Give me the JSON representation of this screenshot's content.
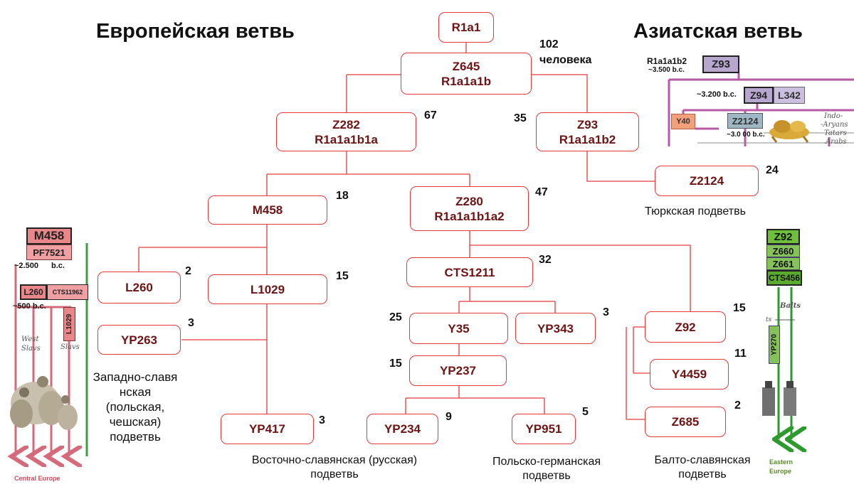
{
  "headings": {
    "european": "Европейская ветвь",
    "asian": "Азиатская ветвь"
  },
  "nodes": {
    "r1a1": {
      "l1": "R1a1"
    },
    "z645": {
      "l1": "Z645",
      "l2": "R1a1a1b",
      "count": "102",
      "count2": "человека"
    },
    "z282": {
      "l1": "Z282",
      "l2": "R1a1a1b1a",
      "count": "67"
    },
    "z93": {
      "l1": "Z93",
      "l2": "R1a1a1b2",
      "count": "35"
    },
    "z2124": {
      "l1": "Z2124",
      "count": "24"
    },
    "m458": {
      "l1": "M458",
      "count": "18"
    },
    "z280": {
      "l1": "Z280",
      "l2": "R1a1a1b1a2",
      "count": "47"
    },
    "l260": {
      "l1": "L260",
      "count": "2"
    },
    "l1029": {
      "l1": "L1029",
      "count": "15"
    },
    "cts1211": {
      "l1": "CTS1211",
      "count": "32"
    },
    "yp263": {
      "l1": "YP263",
      "count": "3"
    },
    "y35": {
      "l1": "Y35",
      "count": "25"
    },
    "yp343": {
      "l1": "YP343",
      "count": "3"
    },
    "z92": {
      "l1": "Z92",
      "count": "15"
    },
    "yp237": {
      "l1": "YP237",
      "count": "15"
    },
    "y4459": {
      "l1": "Y4459",
      "count": "11"
    },
    "yp417": {
      "l1": "YP417",
      "count": "3"
    },
    "yp234": {
      "l1": "YP234",
      "count": "9"
    },
    "yp951": {
      "l1": "YP951",
      "count": "5"
    },
    "z685": {
      "l1": "Z685",
      "count": "2"
    }
  },
  "labels": {
    "turkic": "Тюркская подветвь",
    "west_slavic": [
      "Западно-славя",
      "нская",
      "(польская,",
      "чешская)",
      "подветвь"
    ],
    "east_slavic": [
      "Восточно-славянская (русская)",
      "подветвь"
    ],
    "polish_german": [
      "Польско-германская",
      "подветвь"
    ],
    "balto_slavic": [
      "Балто-славянская",
      "подветвь"
    ]
  },
  "asian_inset": {
    "root_label": "R1a1a1b2",
    "root_date": "~3.500 b.c.",
    "z93": "Z93",
    "date2": "~3.200 b.c.",
    "z94": "Z94",
    "l342": "L342",
    "y40": "Y40",
    "z2124": "Z2124",
    "date3": "~3.0 00 b.c.",
    "peoples": [
      "Indo-",
      "-Aryans",
      "Tatars",
      "Arabs"
    ]
  },
  "left_inset": {
    "m458": "M458",
    "pf7521": "PF7521",
    "date1": "~2.500",
    "date1_suffix": "b.c.",
    "l260": "L260",
    "cts11962": "CTS11962",
    "date2": "~500 b.c.",
    "l1029": "L1029",
    "west_slavs": [
      "West",
      "Slavs"
    ],
    "slavs": "Slavs",
    "footer": "Central Europe"
  },
  "right_inset": {
    "boxes": [
      "Z92",
      "Z660",
      "Z661",
      "CTS456"
    ],
    "balts": "Balts",
    "mark": "ts",
    "yp270": "YP270",
    "footer": [
      "Eastern",
      "Europe"
    ]
  },
  "colors": {
    "node_border": "#e33b3b",
    "node_text": "#6e1414",
    "asian_accent": "#b55aa3",
    "baltic_green": "#2d9a2d"
  }
}
